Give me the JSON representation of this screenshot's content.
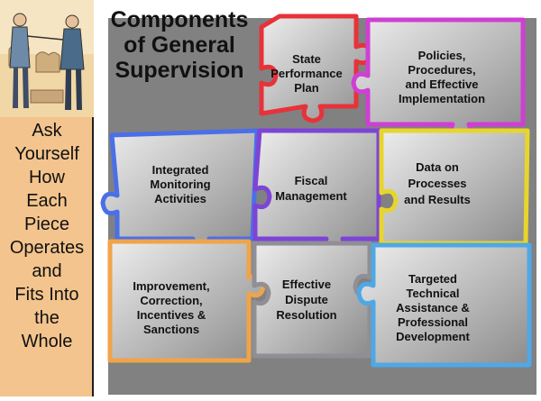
{
  "title": {
    "line1": "Components",
    "line2": "of General",
    "line3": "Supervision"
  },
  "sidebar": {
    "lines": [
      "Ask",
      "Yourself",
      "How",
      "Each",
      "Piece",
      "Operates",
      "and",
      "Fits Into",
      "the",
      "Whole"
    ]
  },
  "pieces": [
    {
      "id": "state-performance-plan",
      "lines": [
        "State",
        "Performance",
        "Plan"
      ],
      "color": "#e8323a"
    },
    {
      "id": "policies-procedures",
      "lines": [
        "Policies,",
        "Procedures,",
        "and Effective",
        "Implementation"
      ],
      "color": "#cf3fd4"
    },
    {
      "id": "integrated-monitoring",
      "lines": [
        "Integrated",
        "Monitoring",
        "Activities"
      ],
      "color": "#4a6fe8"
    },
    {
      "id": "fiscal-management",
      "lines": [
        "Fiscal",
        "Management"
      ],
      "color": "#7d44d6"
    },
    {
      "id": "data-processes-results",
      "lines": [
        "Data on",
        "Processes",
        "and Results"
      ],
      "color": "#e8d52c"
    },
    {
      "id": "improvement-correction",
      "lines": [
        "Improvement,",
        "Correction,",
        "Incentives &",
        "Sanctions"
      ],
      "color": "#f0a44a"
    },
    {
      "id": "effective-dispute",
      "lines": [
        "Effective",
        "Dispute",
        "Resolution"
      ],
      "color": "#8f8f95"
    },
    {
      "id": "targeted-technical",
      "lines": [
        "Targeted",
        "Technical",
        "Assistance &",
        "Professional",
        "Development"
      ],
      "color": "#4fa8e6"
    }
  ]
}
